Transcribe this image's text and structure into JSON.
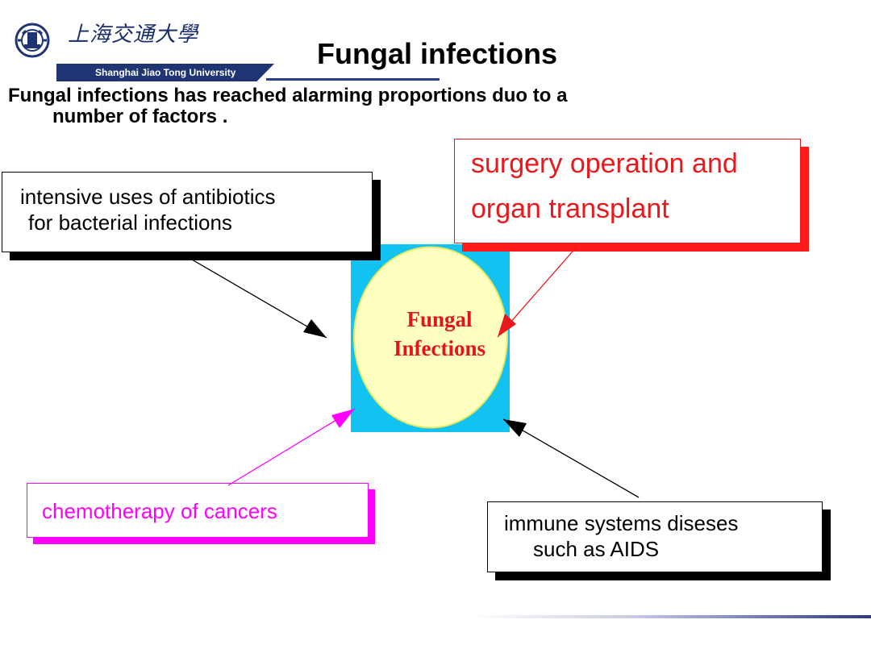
{
  "header": {
    "university_cn": "上海交通大學",
    "university_en": "Shanghai Jiao Tong University",
    "title": "Fungal infections"
  },
  "subtitle": {
    "line1": "Fungal infections has reached alarming proportions duo to a",
    "line2": "number of factors ."
  },
  "diagram": {
    "center": {
      "line1": "Fungal",
      "line2": "Infections"
    },
    "factors": {
      "antibiotics": {
        "line1": "intensive uses of antibiotics",
        "line2": "for bacterial infections"
      },
      "surgery": {
        "line1": "surgery operation and",
        "line2": "organ transplant"
      },
      "chemo": {
        "line1": "chemotherapy of cancers"
      },
      "immune": {
        "line1": "immune systems diseses",
        "line2": "such as AIDS"
      }
    },
    "colors": {
      "center_square": "#12c3f2",
      "center_ellipse_fill": "#ffffc0",
      "center_text": "#e3151b",
      "surgery": "#e8181b",
      "chemo": "#ff00ff",
      "default": "#000000"
    }
  }
}
